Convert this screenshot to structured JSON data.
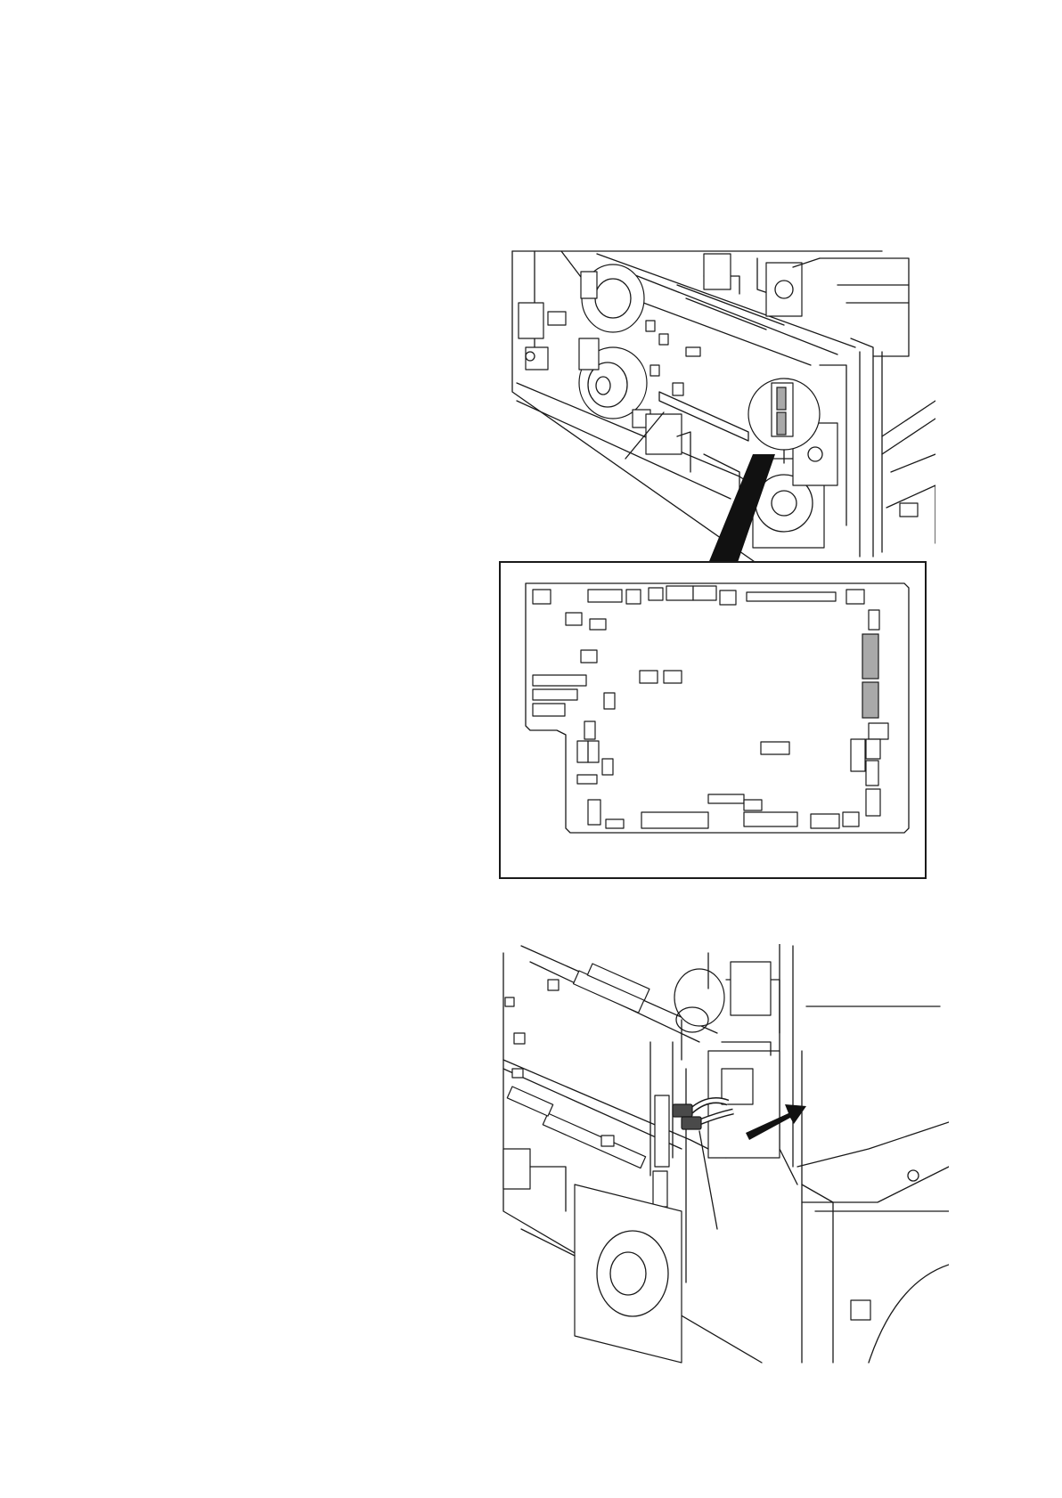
{
  "figures": {
    "top": {
      "icon": "printer-interior-main-board-view"
    },
    "board": {
      "icon": "main-pwb-layout",
      "highlight_color": "#a9a9a9"
    },
    "bottom": {
      "icon": "connector-disconnect-view",
      "arrow_color": "#111111",
      "connector_color": "#6e6e6e"
    }
  }
}
